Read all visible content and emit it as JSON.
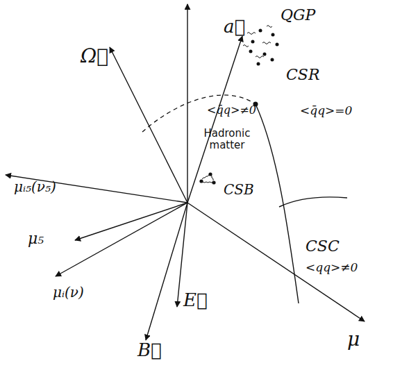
{
  "diagram": {
    "labels": [
      "a⃗",
      "Ω⃗",
      "μᵢ₅(ν₅)",
      "μ₅",
      "μᵢ(ν)",
      "B⃗",
      "E⃗",
      "μ",
      "QGP",
      "CSR",
      "<q̄q>≠0",
      "<q̄q>=0",
      "Hadronic matter",
      "CSB",
      "CSC",
      "<qq>≠0"
    ]
  }
}
